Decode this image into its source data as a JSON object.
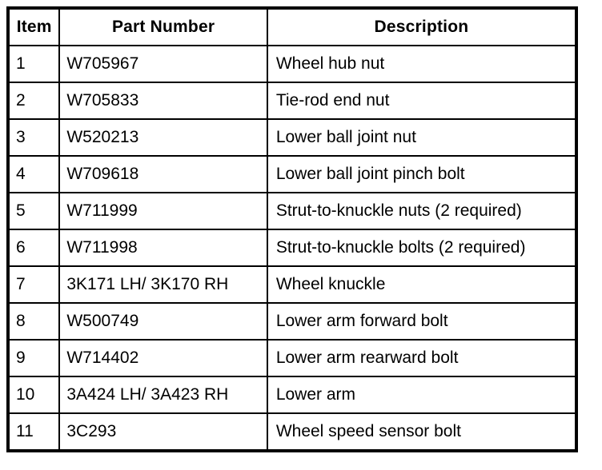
{
  "table": {
    "name": "front-suspension-parts-list",
    "columns": [
      {
        "key": "item",
        "label": "Item"
      },
      {
        "key": "part_number",
        "label": "Part Number"
      },
      {
        "key": "description",
        "label": "Description"
      }
    ],
    "rows": [
      {
        "item": "1",
        "part_number": "W705967",
        "description": "Wheel hub nut"
      },
      {
        "item": "2",
        "part_number": "W705833",
        "description": "Tie-rod end nut"
      },
      {
        "item": "3",
        "part_number": "W520213",
        "description": "Lower ball joint nut"
      },
      {
        "item": "4",
        "part_number": "W709618",
        "description": "Lower ball joint pinch bolt"
      },
      {
        "item": "5",
        "part_number": "W711999",
        "description": "Strut-to-knuckle nuts (2 required)"
      },
      {
        "item": "6",
        "part_number": "W711998",
        "description": "Strut-to-knuckle bolts (2 required)"
      },
      {
        "item": "7",
        "part_number": "3K171 LH/ 3K170 RH",
        "description": "Wheel knuckle"
      },
      {
        "item": "8",
        "part_number": "W500749",
        "description": "Lower arm forward bolt"
      },
      {
        "item": "9",
        "part_number": "W714402",
        "description": "Lower arm rearward bolt"
      },
      {
        "item": "10",
        "part_number": "3A424 LH/ 3A423 RH",
        "description": "Lower arm"
      },
      {
        "item": "11",
        "part_number": "3C293",
        "description": "Wheel speed sensor bolt"
      }
    ]
  },
  "colors": {
    "background": "#ffffff",
    "border": "#000000",
    "text": "#000000"
  }
}
